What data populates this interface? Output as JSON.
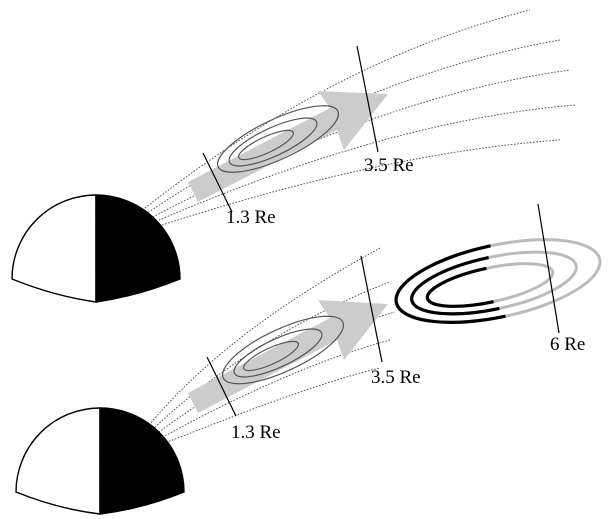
{
  "colors": {
    "background": "#ffffff",
    "ink": "#000000",
    "field_line": "#444444",
    "arrow": "#cccccc",
    "faded_ring": "#bbbbbb",
    "night_side": "#000000",
    "day_side": "#ffffff"
  },
  "top_panel": {
    "labels": {
      "inner_radius": "1.3 Re",
      "outer_radius": "3.5 Re"
    }
  },
  "bottom_panel": {
    "labels": {
      "inner_radius": "1.3 Re",
      "middle_radius": "3.5 Re",
      "outer_radius": "6 Re"
    }
  }
}
